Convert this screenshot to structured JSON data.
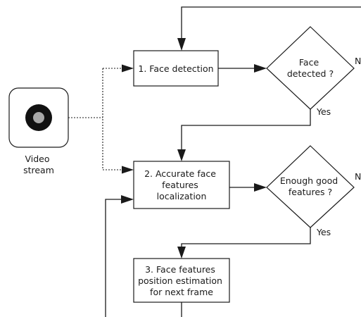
{
  "diagram": {
    "source_label": [
      "Video",
      "stream"
    ],
    "step1": {
      "label": [
        "1. Face detection"
      ]
    },
    "step2": {
      "label": [
        "2. Accurate face",
        "features",
        "localization"
      ]
    },
    "step3": {
      "label": [
        "3. Face features",
        "position estimation",
        "for next frame"
      ]
    },
    "decision1": {
      "label": [
        "Face",
        "detected ?"
      ],
      "no_label": "No",
      "yes_label": "Yes"
    },
    "decision2": {
      "label": [
        "Enough good",
        "features ?"
      ],
      "no_label": "No",
      "yes_label": "Yes"
    }
  }
}
